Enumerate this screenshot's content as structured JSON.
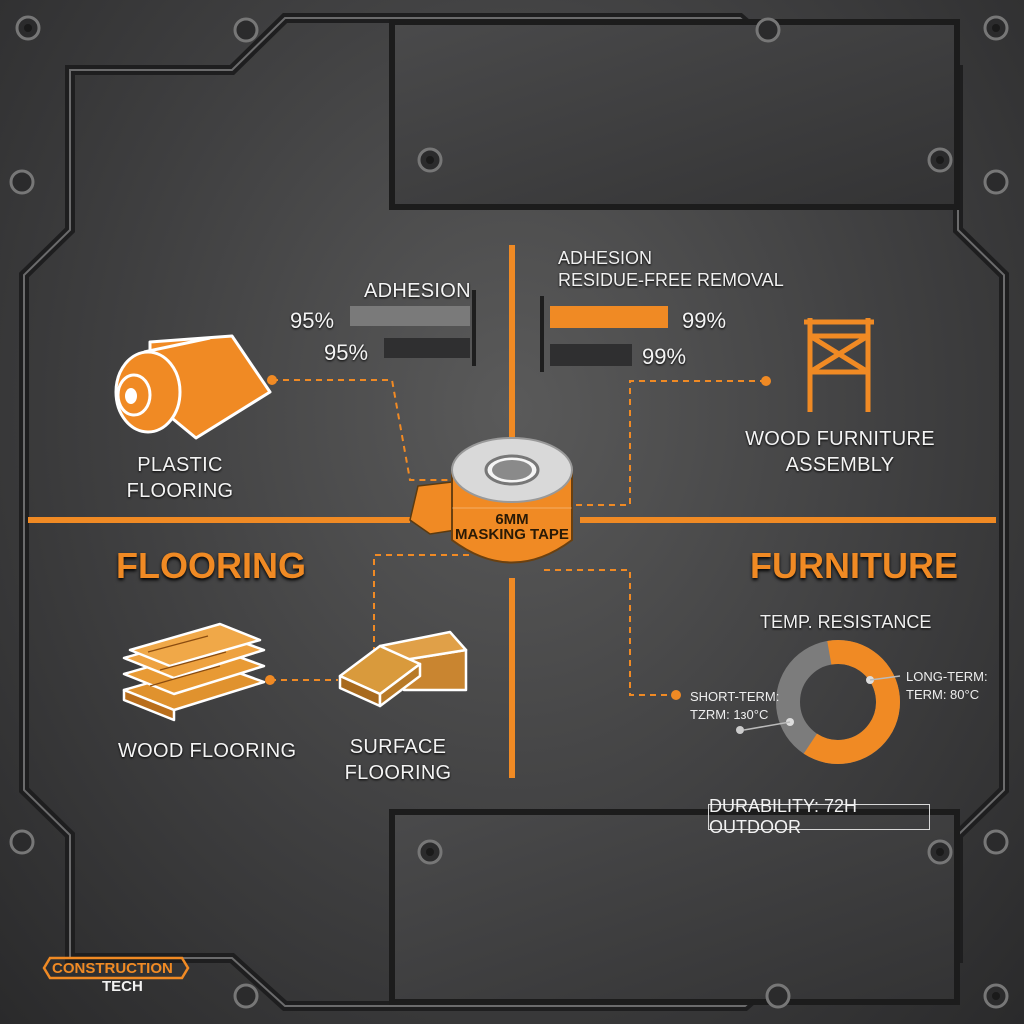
{
  "colors": {
    "accent": "#f08a24",
    "dark_bar": "#2f2f30",
    "gray_bar": "#7a7a7a",
    "panel": "#3d3d3e"
  },
  "center_product": {
    "line1": "6MM",
    "line2": "MASKING TAPE"
  },
  "left_chart": {
    "title": "ADHESION",
    "bars": [
      {
        "label": "95%",
        "value": 95
      },
      {
        "label": "95%",
        "value": 95
      }
    ]
  },
  "right_chart": {
    "title_line1": "ADHESION",
    "title_line2": "RESIDUE-FREE REMOVAL",
    "bars": [
      {
        "label": "99%",
        "value": 99
      },
      {
        "label": "99%",
        "value": 99
      }
    ]
  },
  "flooring": {
    "section_title": "FLOORING",
    "plastic": {
      "line1": "PLASTIC",
      "line2": "FLOORING",
      "icon": "flooring-roll-icon"
    },
    "wood": {
      "label": "WOOD FLOORING",
      "icon": "wood-planks-icon"
    },
    "surface": {
      "line1": "SURFACE",
      "line2": "FLOORING",
      "icon": "surface-blocks-icon"
    }
  },
  "furniture": {
    "section_title": "FURNITURE",
    "assembly": {
      "line1": "WOOD FURNITURE",
      "line2": "ASSEMBLY",
      "icon": "scaffold-frame-icon"
    },
    "temp_title": "TEMP. RESISTANCE",
    "short_term": {
      "line1": "SHORT-TERM:",
      "line2": "TZRM: 1з0°C"
    },
    "long_term": {
      "line1": "LONG-TERM:",
      "line2": "TERM: 80°C"
    },
    "donut": {
      "orange_share": 0.62,
      "gray_share": 0.38
    }
  },
  "durability": "DURABILITY: 72H OUTDOOR",
  "logo": {
    "line1": "CONSTRUCTION",
    "line2": "TECH"
  }
}
